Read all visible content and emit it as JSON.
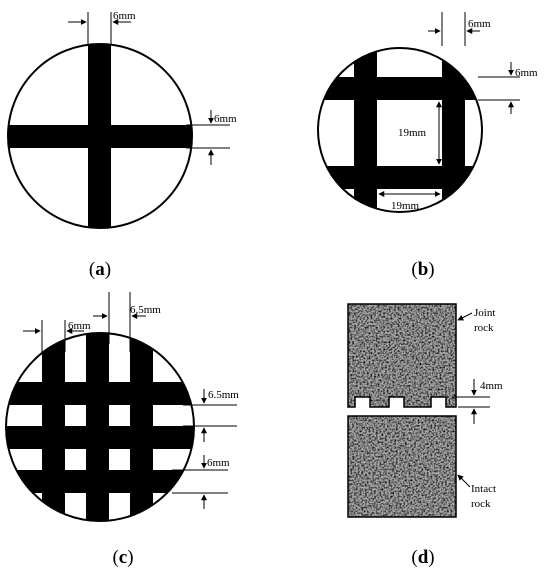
{
  "panels": {
    "a": {
      "caption_open": "(",
      "caption_letter": "a",
      "caption_close": ")",
      "dim_width": "6mm",
      "dim_height": "6mm"
    },
    "b": {
      "caption_open": "(",
      "caption_letter": "b",
      "caption_close": ")",
      "dim_width": "6mm",
      "dim_height": "6mm",
      "dim_gap_vertical": "19mm",
      "dim_gap_horizontal": "19mm"
    },
    "c": {
      "caption_open": "(",
      "caption_letter": "c",
      "caption_close": ")",
      "dim_width": "6mm",
      "dim_gap": "6.5mm",
      "dim_gap_vertical": "6.5mm",
      "dim_height": "6mm"
    },
    "d": {
      "caption_open": "(",
      "caption_letter": "d",
      "caption_close": ")",
      "label_joint_line1": "Joint",
      "label_joint_line2": "rock",
      "dim_tooth": "4mm",
      "label_intact_line1": "Intact",
      "label_intact_line2": "rock"
    }
  },
  "colors": {
    "ink": "#000000",
    "rock_fill": "#a9a9a9",
    "background": "#ffffff"
  }
}
